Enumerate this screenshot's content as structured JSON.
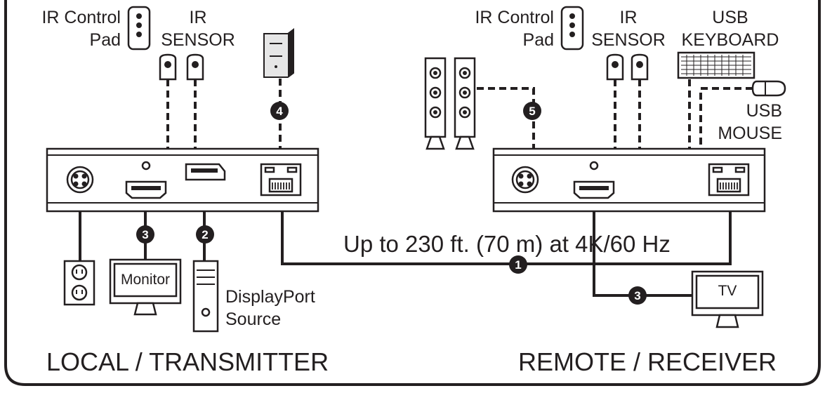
{
  "colors": {
    "ink": "#231f20",
    "background": "#ffffff"
  },
  "local": {
    "section_title": "LOCAL / TRANSMITTER",
    "ir_control_pad_line1": "IR Control",
    "ir_control_pad_line2": "Pad",
    "ir_sensor_line1": "IR",
    "ir_sensor_line2": "SENSOR",
    "monitor_label": "Monitor",
    "dp_source_line1": "DisplayPort",
    "dp_source_line2": "Source"
  },
  "remote": {
    "section_title": "REMOTE / RECEIVER",
    "ir_control_pad_line1": "IR Control",
    "ir_control_pad_line2": "Pad",
    "ir_sensor_line1": "IR",
    "ir_sensor_line2": "SENSOR",
    "usb_keyboard_line1": "USB",
    "usb_keyboard_line2": "KEYBOARD",
    "usb_mouse_line1": "USB",
    "usb_mouse_line2": "MOUSE",
    "tv_label": "TV"
  },
  "link_caption": "Up to 230 ft. (70 m) at 4K/60 Hz",
  "badges": {
    "cat_cable": "1",
    "displayport": "2",
    "hdmi_local": "3",
    "usb_computer": "4",
    "audio": "5",
    "hdmi_remote": "3"
  }
}
